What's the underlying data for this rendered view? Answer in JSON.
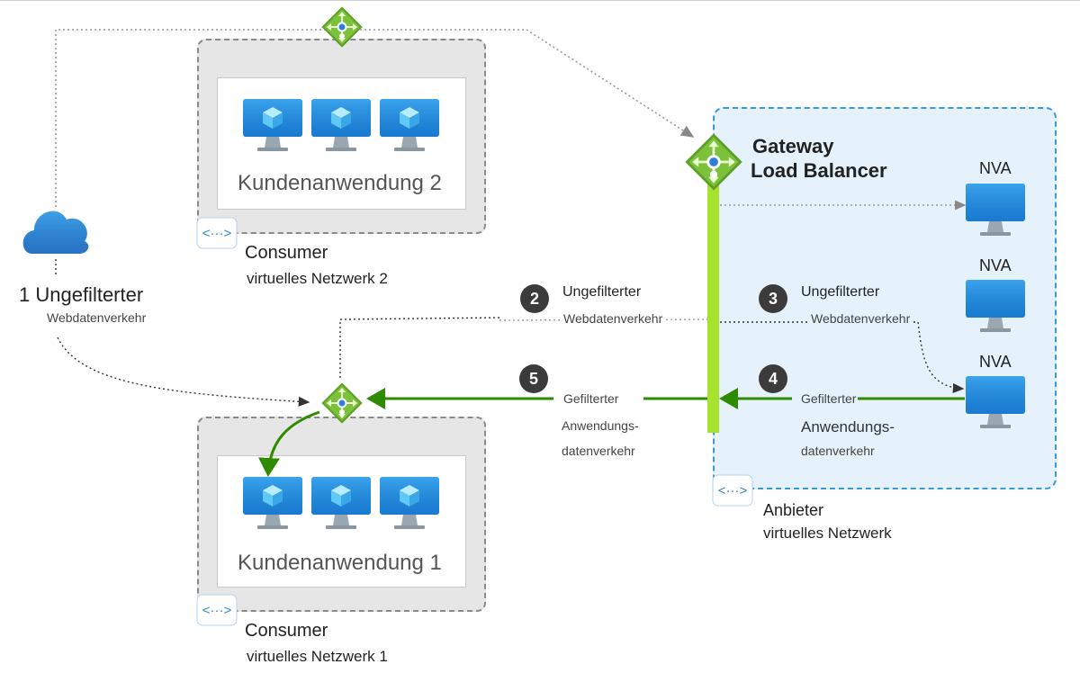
{
  "diagram": {
    "consumer2": {
      "app_label": "Kundenanwendung 2",
      "title": "Consumer",
      "subtitle": "virtuelles Netzwerk 2"
    },
    "consumer1": {
      "app_label": "Kundenanwendung 1",
      "title": "Consumer",
      "subtitle": "virtuelles Netzwerk 1"
    },
    "provider": {
      "title": "Anbieter",
      "subtitle": "virtuelles Netzwerk",
      "gateway_line1": "Gateway",
      "gateway_line2": "Load Balancer"
    },
    "nva_label": "NVA",
    "steps": {
      "s1": {
        "label": "1 Ungefilterter",
        "sub": "Webdatenverkehr"
      },
      "s2": {
        "num": "2",
        "label": "Ungefilterter",
        "sub": "Webdatenverkehr"
      },
      "s3": {
        "num": "3",
        "label": "Ungefilterter",
        "sub": "Webdatenverkehr"
      },
      "s4": {
        "num": "4",
        "label": "Gefilterter",
        "sub1": "Anwendungs-",
        "sub2": "datenverkehr"
      },
      "s5": {
        "num": "5",
        "label": "Gefilterter",
        "sub1": "Anwendungs-",
        "sub2": "datenverkehr"
      }
    }
  },
  "colors": {
    "accent_green": "#a6e22e",
    "flow_green": "#2e8b00",
    "vm_blue": "#1e90e0",
    "provider_border": "#3a9ad9"
  }
}
